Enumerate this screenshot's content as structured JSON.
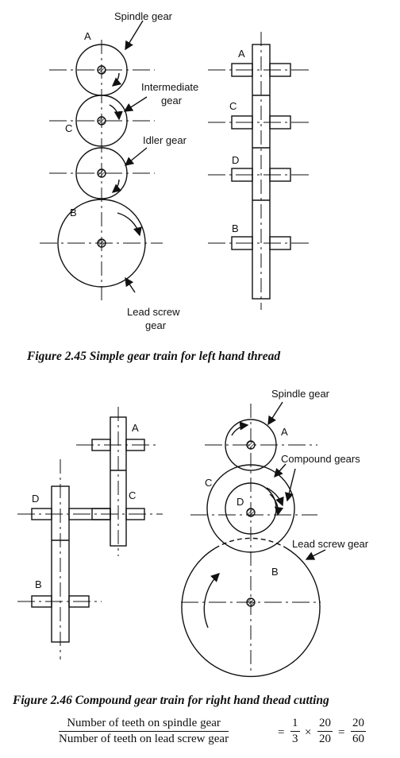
{
  "figure1": {
    "caption": "Figure 2.45 Simple gear train for left hand thread",
    "labels": {
      "spindle": "Spindle gear",
      "intermediate_1": "Intermediate",
      "intermediate_2": "gear",
      "idler": "Idler gear",
      "lead_1": "Lead screw",
      "lead_2": "gear"
    },
    "letters": {
      "a": "A",
      "b": "B",
      "c": "C",
      "d": "D"
    }
  },
  "figure2": {
    "caption": "Figure 2.46 Compound gear train for right hand thead cutting",
    "labels": {
      "spindle": "Spindle gear",
      "compound": "Compound gears",
      "lead": "Lead screw gear"
    },
    "letters": {
      "a": "A",
      "b": "B",
      "c": "C",
      "d": "D"
    }
  },
  "formula": {
    "numerator": "Number of teeth on spindle gear",
    "denominator": "Number of teeth on lead screw gear",
    "f1_num": "1",
    "f1_den": "3",
    "f2_num": "20",
    "f2_den": "20",
    "f3_num": "20",
    "f3_den": "60",
    "eq": "=",
    "times": "×"
  }
}
